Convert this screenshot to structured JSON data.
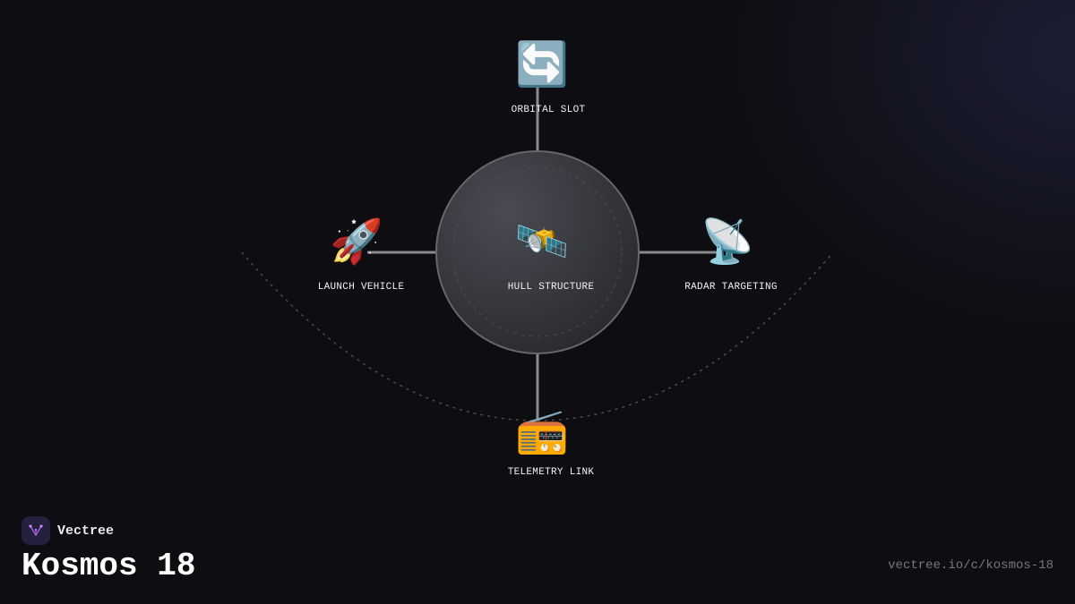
{
  "brand": {
    "name": "Vectree",
    "accent_color": "#a35cd6",
    "logo_bg": "#24213e"
  },
  "title": "Kosmos 18",
  "url": "vectree.io/c/kosmos-18",
  "diagram": {
    "center": {
      "label": "HULL STRUCTURE",
      "icon": "satellite-icon",
      "glyph": "🛰️"
    },
    "nodes": {
      "top": {
        "label": "ORBITAL SLOT",
        "icon": "orbit-arrows-icon",
        "glyph": "🔄"
      },
      "left": {
        "label": "LAUNCH VEHICLE",
        "icon": "rocket-icon",
        "glyph": "🚀"
      },
      "right": {
        "label": "RADAR TARGETING",
        "icon": "satellite-dish-icon",
        "glyph": "📡"
      },
      "bottom": {
        "label": "TELEMETRY LINK",
        "icon": "radio-icon",
        "glyph": "📻"
      }
    },
    "colors": {
      "connector": "#8a8a8e",
      "hub_stroke": "#66666b",
      "dashed_arc": "#4a4a50"
    }
  }
}
